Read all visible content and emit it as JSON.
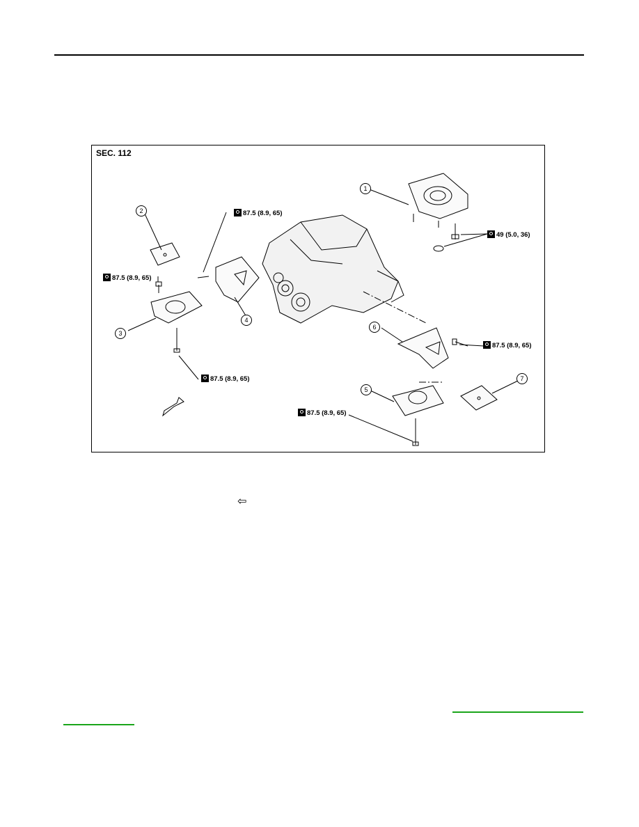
{
  "figure": {
    "section_label": "SEC. 112",
    "callouts": [
      "1",
      "2",
      "3",
      "4",
      "5",
      "6",
      "7"
    ],
    "torques": [
      "87.5 (8.9, 65)",
      "49 (5.0, 36)",
      "87.5 (8.9, 65)",
      "87.5 (8.9, 65)",
      "87.5 (8.9, 65)",
      "87.5 (8.9, 65)"
    ]
  },
  "legend": {
    "front_symbol": "⇦"
  },
  "colors": {
    "link": "#1aa51a"
  }
}
